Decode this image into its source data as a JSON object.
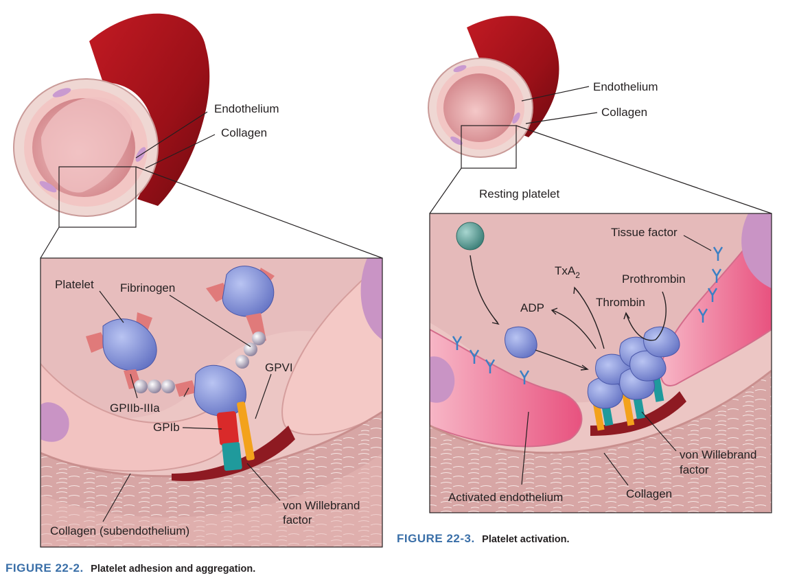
{
  "figure_22_2": {
    "labels": {
      "endothelium": "Endothelium",
      "collagen": "Collagen",
      "platelet": "Platelet",
      "fibrinogen": "Fibrinogen",
      "gpiib_iiia": "GPIIb-IIIa",
      "gpib": "GPIb",
      "gpvi": "GPVI",
      "vwf_line1": "von Willebrand",
      "vwf_line2": "factor",
      "collagen_sub": "Collagen (subendothelium)"
    },
    "caption_number": "FIGURE 22-2.",
    "caption_text": "Platelet adhesion and aggregation."
  },
  "figure_22_3": {
    "labels": {
      "endothelium": "Endothelium",
      "collagen": "Collagen",
      "resting_platelet": "Resting platelet",
      "tissue_factor": "Tissue factor",
      "txa2_main": "TxA",
      "txa2_sub": "2",
      "adp": "ADP",
      "prothrombin": "Prothrombin",
      "thrombin": "Thrombin",
      "vwf_line1": "von Willebrand",
      "vwf_line2": "factor",
      "activated_endothelium": "Activated endothelium",
      "collagen_bottom": "Collagen"
    },
    "caption_number": "FIGURE 22-3.",
    "caption_text": "Platelet activation."
  },
  "colors": {
    "vessel_red": "#a8161f",
    "endothelium_pink": "#f2c6c4",
    "lumen_pink": "#e9a9ab",
    "platelet_blue": "#7f8fd6",
    "collagen_tan": "#d9a8a8",
    "gpib_red": "#d92a2a",
    "gpvi_orange": "#f3a21c",
    "vwf_teal": "#1f9a9c",
    "caption_blue": "#3a6fa8"
  }
}
